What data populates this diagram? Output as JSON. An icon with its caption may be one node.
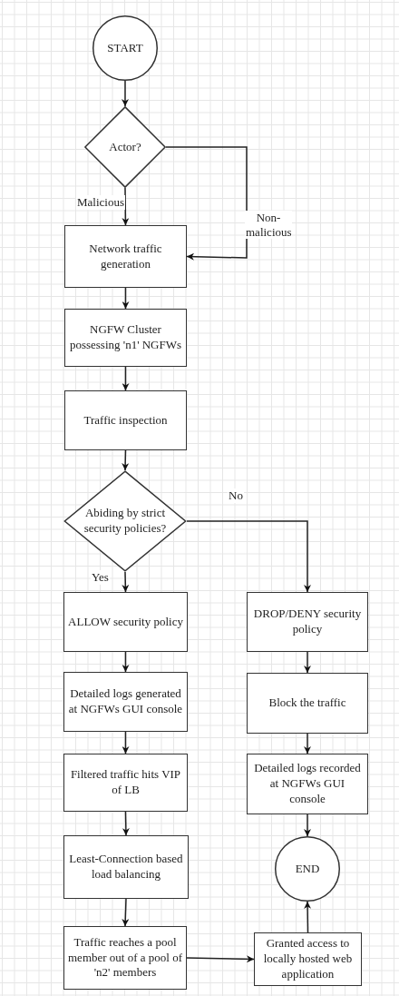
{
  "diagram": {
    "nodes": [
      {
        "text": [
          "START"
        ]
      },
      {
        "text": [
          "Actor?"
        ]
      },
      {
        "text": [
          "Network traffic generation"
        ]
      },
      {
        "text": [
          "NGFW Cluster possessing 'n1' NGFWs"
        ]
      },
      {
        "text": [
          "Traffic inspection"
        ]
      },
      {
        "text": [
          "Abiding by strict security policies?"
        ]
      },
      {
        "text": [
          "ALLOW security policy"
        ]
      },
      {
        "text": [
          "DROP/DENY security policy"
        ]
      },
      {
        "text": [
          "Detailed logs generated at NGFWs GUI console"
        ]
      },
      {
        "text": [
          "Block the traffic"
        ]
      },
      {
        "text": [
          "Filtered traffic hits VIP of LB"
        ]
      },
      {
        "text": [
          "Detailed logs recorded at NGFWs GUI console"
        ]
      },
      {
        "text": [
          "Least-Connection based load balancing"
        ]
      },
      {
        "text": [
          "END"
        ]
      },
      {
        "text": [
          "Traffic reaches a pool member out of a pool of 'n2' members"
        ]
      },
      {
        "text": [
          "Granted access to locally hosted web application"
        ]
      }
    ],
    "edges": [
      {
        "from": 0,
        "to": 1,
        "arrow": "to"
      },
      {
        "from": 1,
        "to": 2,
        "arrow": "to",
        "label": "Malicious"
      },
      {
        "from": 1,
        "to": 2,
        "arrow": "to",
        "label": "Non-malicious"
      },
      {
        "from": 2,
        "to": 3,
        "arrow": "to"
      },
      {
        "from": 3,
        "to": 4,
        "arrow": "to"
      },
      {
        "from": 4,
        "to": 5,
        "arrow": "to"
      },
      {
        "from": 5,
        "to": 6,
        "arrow": "to",
        "label": "Yes"
      },
      {
        "from": 5,
        "to": 7,
        "arrow": "to",
        "label": "No"
      },
      {
        "from": 6,
        "to": 8,
        "arrow": "to"
      },
      {
        "from": 7,
        "to": 9,
        "arrow": "to"
      },
      {
        "from": 8,
        "to": 10,
        "arrow": "to"
      },
      {
        "from": 9,
        "to": 11,
        "arrow": "to"
      },
      {
        "from": 10,
        "to": 12,
        "arrow": "to"
      },
      {
        "from": 11,
        "to": 13,
        "arrow": "to"
      },
      {
        "from": 12,
        "to": 14,
        "arrow": "to"
      },
      {
        "from": 14,
        "to": 15,
        "arrow": "to"
      },
      {
        "from": 15,
        "to": 13,
        "arrow": "to"
      }
    ]
  }
}
